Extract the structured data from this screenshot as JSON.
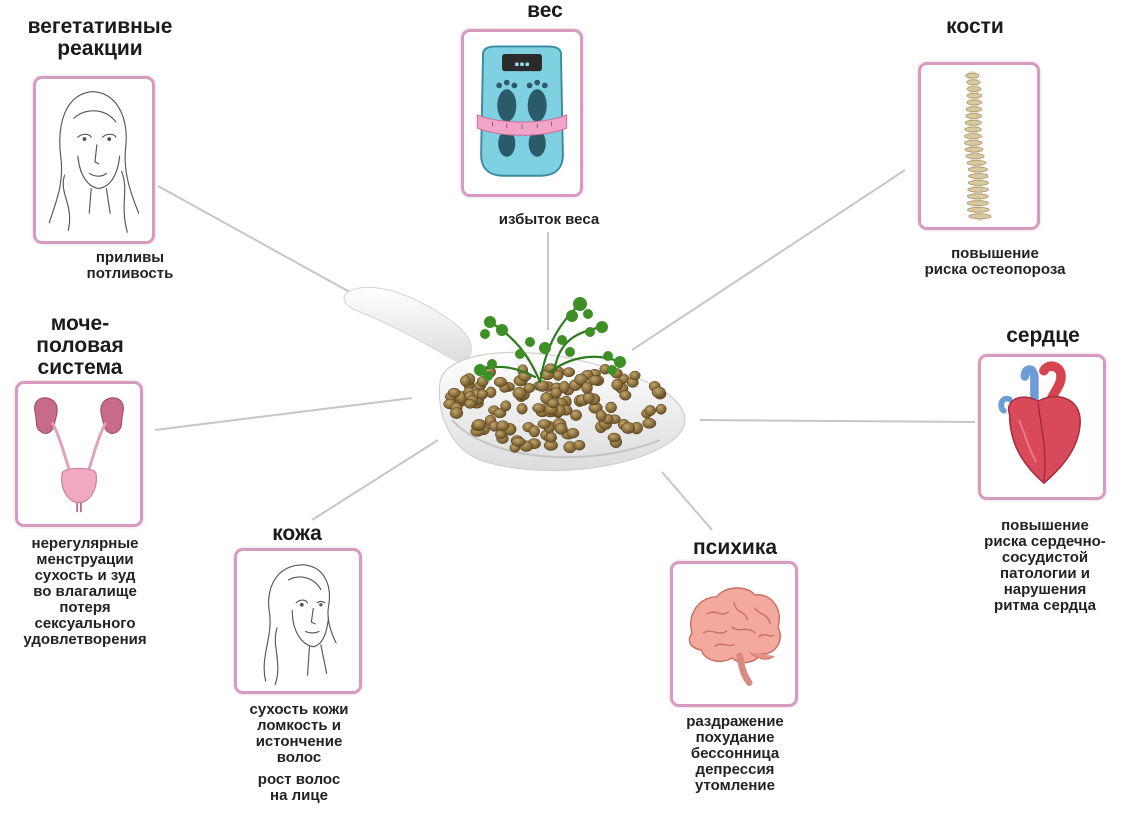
{
  "center": {
    "name": "spoon-with-coriander-seeds"
  },
  "nodes": {
    "vegetative": {
      "title": [
        "вегетативные",
        "реакции"
      ],
      "lines": [
        "приливы",
        "потливость"
      ],
      "icon": "woman-face-icon"
    },
    "weight": {
      "title": [
        "вес"
      ],
      "lines": [
        "избыток веса"
      ],
      "icon": "scales-icon"
    },
    "bones": {
      "title": [
        "кости"
      ],
      "lines": [
        "повышение",
        "риска остеопороза"
      ],
      "icon": "spine-icon"
    },
    "urogenital": {
      "title": [
        "моче-",
        "половая",
        "система"
      ],
      "lines": [
        "нерегулярные",
        "менструации",
        "сухость и зуд",
        "во влагалище",
        "потеря",
        "сексуального",
        "удовлетворения"
      ],
      "icon": "kidneys-icon"
    },
    "heart": {
      "title": [
        "сердце"
      ],
      "lines": [
        "повышение",
        "риска сердечно-",
        "сосудистой",
        "патологии и",
        "нарушения",
        "ритма сердца"
      ],
      "icon": "heart-icon"
    },
    "skin": {
      "title": [
        "кожа"
      ],
      "lines": [
        "сухость кожи",
        "ломкость и",
        "истончение",
        "волос",
        "",
        "рост волос",
        "на лице"
      ],
      "icon": "woman-profile-icon"
    },
    "psyche": {
      "title": [
        "психика"
      ],
      "lines": [
        "раздражение",
        "похудание",
        "бессонница",
        "депрессия",
        "утомление"
      ],
      "icon": "brain-icon"
    }
  },
  "colors": {
    "card_border": "#d79bc1",
    "connector": "#c8c8c8",
    "text": "#1e1e1e"
  }
}
